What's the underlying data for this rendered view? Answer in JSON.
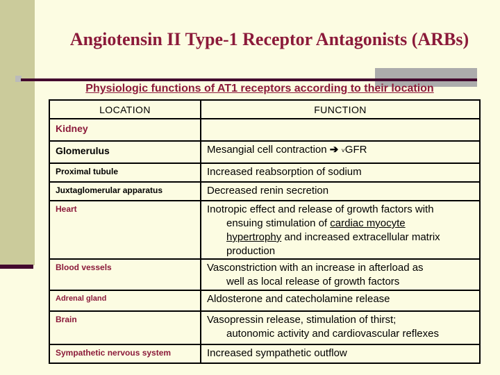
{
  "slide": {
    "title": "Angiotensin II Type-1 Receptor Antagonists (ARBs)",
    "subtitle": "Physiologic functions of AT1 receptors according to their location"
  },
  "table": {
    "header": {
      "location": "LOCATION",
      "function": "FUNCTION"
    },
    "rows": {
      "kidney": {
        "location": "Kidney",
        "function": ""
      },
      "glomerulus": {
        "location": "Glomerulus",
        "fn_text": "Mesangial cell contraction",
        "fn_arrow": "➔",
        "fn_down": "˅",
        "fn_tail": "GFR"
      },
      "proximal_tubule": {
        "location": "Proximal tubule",
        "function": "Increased reabsorption of sodium"
      },
      "juxtaglomerular": {
        "location": "Juxtaglomerular apparatus",
        "function": "Decreased renin secretion"
      },
      "heart": {
        "location": "Heart",
        "fn_pre": "Inotropic effect and release of growth factors with\nensuing stimulation of ",
        "fn_underlined": "cardiac myocyte\nhypertrophy",
        "fn_post": " and increased extracellular matrix\nproduction"
      },
      "blood_vessels": {
        "location": "Blood vessels",
        "function": "Vasconstriction with an increase in afterload as\nwell as local release of growth factors"
      },
      "adrenal_gland": {
        "location": "Adrenal gland",
        "function": "Aldosterone and catecholamine release"
      },
      "brain": {
        "location": "Brain",
        "function": "Vasopressin release, stimulation of thirst;\nautonomic activity and cardiovascular reflexes"
      },
      "sympathetic": {
        "location": "Sympathetic nervous system",
        "function": "Increased sympathetic outflow"
      }
    }
  },
  "colors": {
    "background_cream": "#FCFCE2",
    "sidebar_khaki": "#CBCB9B",
    "accent_maroon": "#8B1A3A",
    "divider_dark_plum": "#43092E",
    "gray_block": "#ACACAC",
    "text_black": "#000000",
    "table_border": "#000000"
  }
}
